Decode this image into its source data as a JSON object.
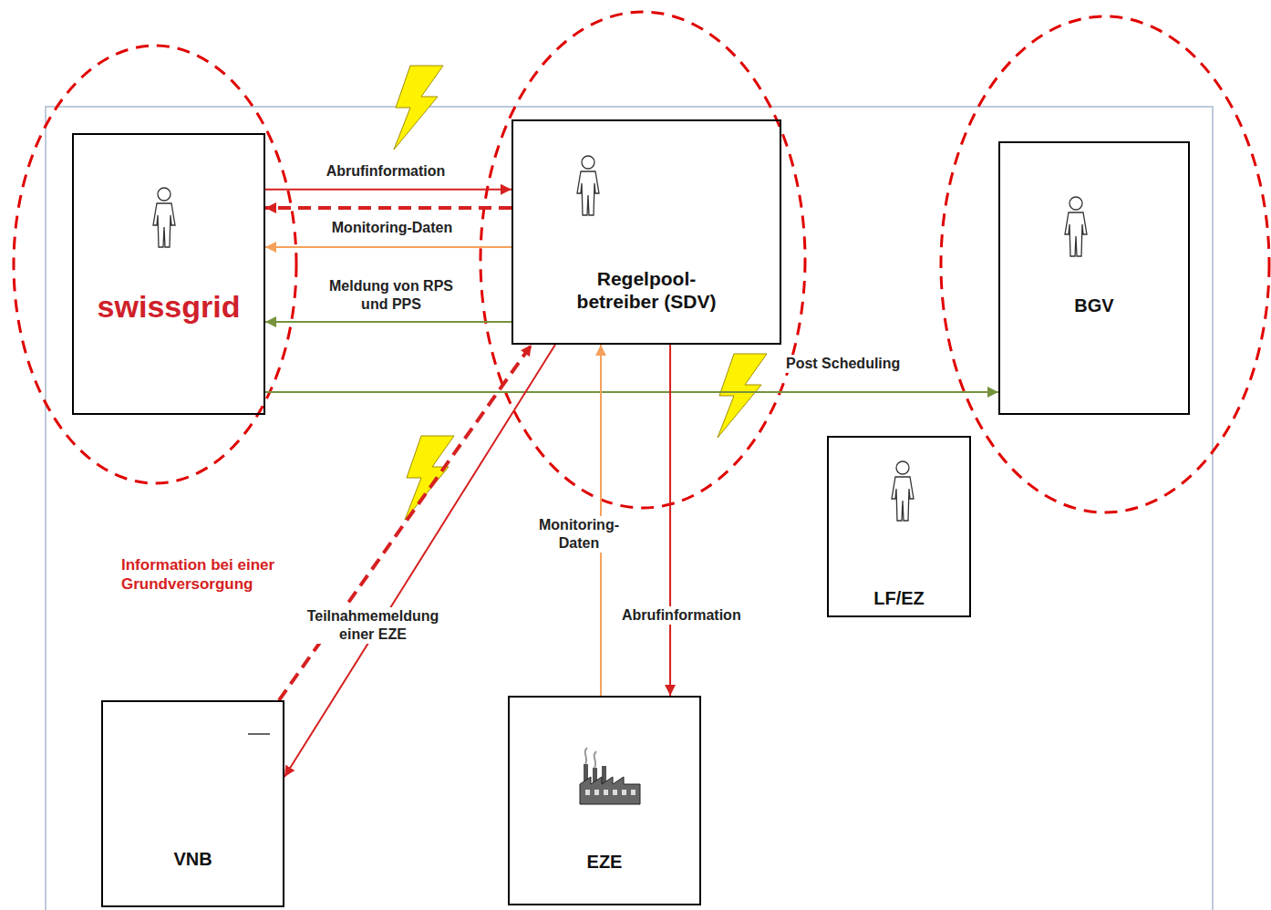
{
  "diagram": {
    "nodes": [
      {
        "text": [
          "swissgrid"
        ]
      },
      {
        "text": [
          "Regelpool- betreiber (SDV)"
        ]
      },
      {
        "text": [
          "BGV"
        ]
      },
      {
        "text": [
          "LF/EZ"
        ]
      },
      {
        "text": [
          "VNB"
        ]
      },
      {
        "text": [
          "EZE"
        ]
      }
    ],
    "edges": [
      {
        "from": 0,
        "to": 1,
        "arrow": "to",
        "label": "Abrufinformation"
      },
      {
        "from": 1,
        "to": 0,
        "arrow": "to"
      },
      {
        "from": 1,
        "to": 0,
        "arrow": "to",
        "label": "Monitoring-Daten"
      },
      {
        "from": 1,
        "to": 0,
        "arrow": "to",
        "label": "Meldung von RPS und PPS"
      },
      {
        "from": 0,
        "to": 2,
        "arrow": "to",
        "label": "Post Scheduling"
      },
      {
        "from": 1,
        "to": 4,
        "arrow": "to",
        "label": "Teilnahmemeldung einer EZE"
      },
      {
        "from": 4,
        "to": 1,
        "arrow": "to",
        "label": "Information bei einer Grundversorgung"
      },
      {
        "from": 5,
        "to": 1,
        "arrow": "to",
        "label": "Monitoring- Daten"
      },
      {
        "from": 1,
        "to": 5,
        "arrow": "to",
        "label": "Abrufinformation"
      }
    ]
  }
}
